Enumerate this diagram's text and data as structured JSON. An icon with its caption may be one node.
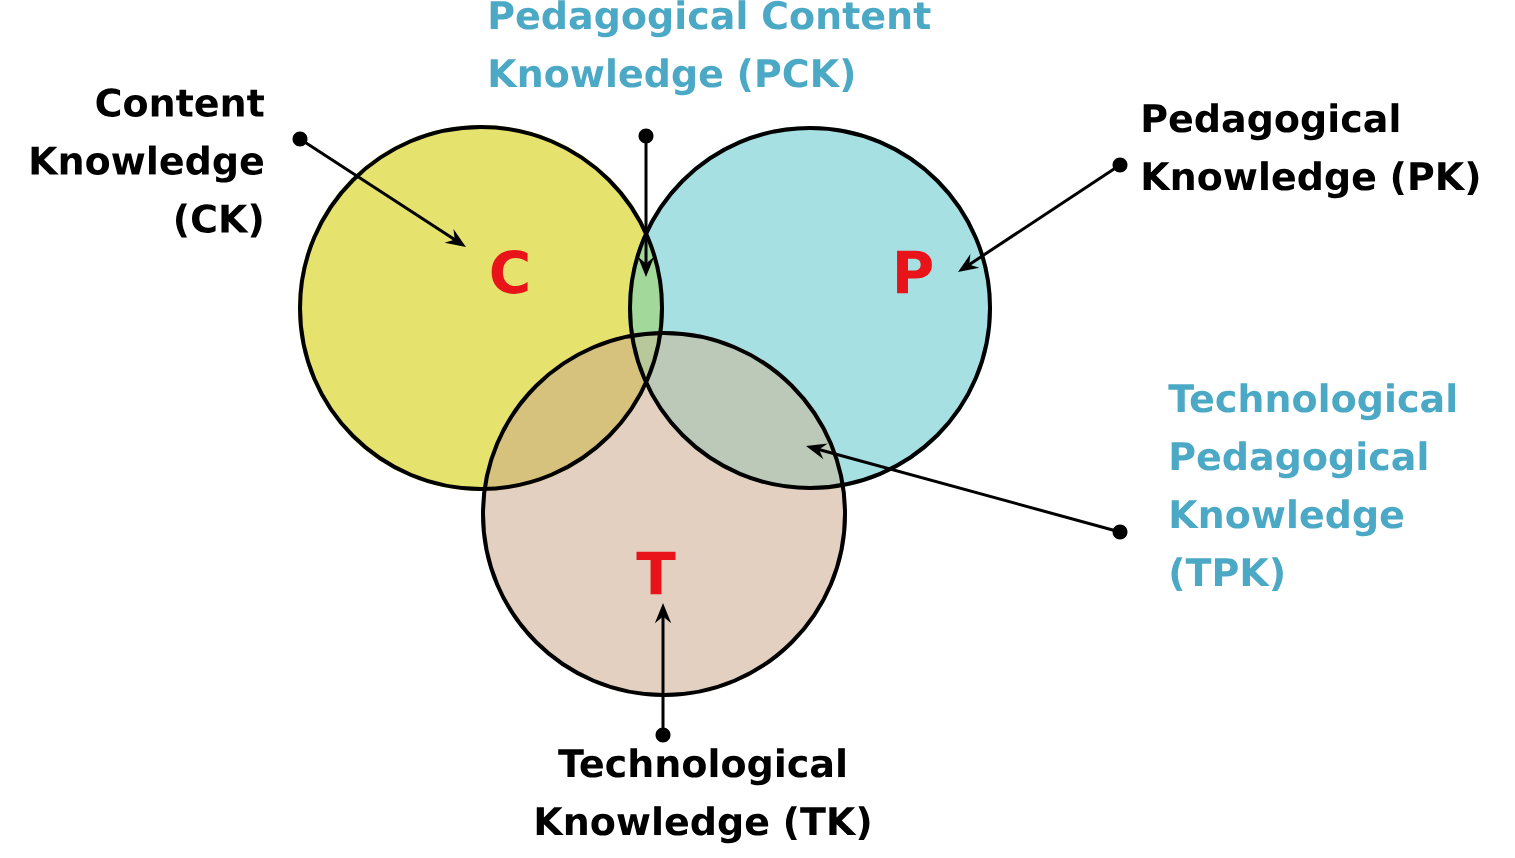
{
  "diagram": {
    "nodes": [
      {
        "text": [
          "C"
        ]
      },
      {
        "text": [
          "P"
        ]
      },
      {
        "text": [
          "T"
        ]
      },
      {
        "text": [
          "Content Knowledge (CK)"
        ]
      },
      {
        "text": [
          "Pedagogical Content Knowledge (PCK)"
        ]
      },
      {
        "text": [
          "Pedagogical Knowledge (PK)"
        ]
      },
      {
        "text": [
          "Technological Pedagogical Knowledge (TPK)"
        ]
      },
      {
        "text": [
          "Technological Knowledge (TK)"
        ]
      }
    ],
    "edges": [
      {
        "from": 3,
        "to": 0,
        "arrow": "to"
      },
      {
        "from": 4,
        "to": 1,
        "arrow": "to"
      },
      {
        "from": 5,
        "to": 1,
        "arrow": "to"
      },
      {
        "from": 6,
        "to": 1,
        "arrow": "to"
      },
      {
        "from": 7,
        "to": 2,
        "arrow": "to"
      }
    ]
  }
}
